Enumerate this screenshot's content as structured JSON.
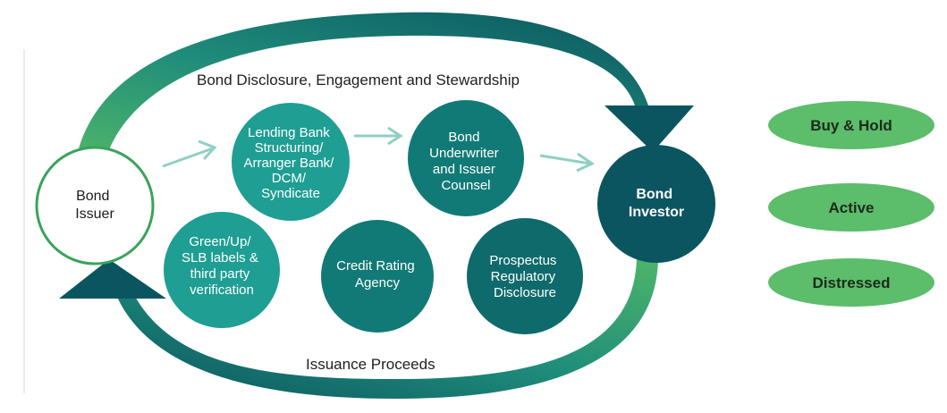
{
  "colors": {
    "teal_light": "#1f9e93",
    "teal_mid": "#127a76",
    "teal_dark": "#0b5560",
    "green": "#4db56a",
    "pill_green": "#5cbd6a",
    "arrow_small": "#8fcfc4",
    "issuer_border": "#3aa35a"
  },
  "top_label": "Bond Disclosure, Engagement and Stewardship",
  "bottom_label": "Issuance Proceeds",
  "nodes": {
    "issuer": {
      "lines": [
        "Bond",
        "Issuer"
      ]
    },
    "lending": {
      "lines": [
        "Lending Bank",
        "Structuring/",
        "Arranger Bank/",
        "DCM/",
        "Syndicate"
      ]
    },
    "underwriter": {
      "lines": [
        "Bond",
        "Underwriter",
        "and Issuer",
        "Counsel"
      ]
    },
    "investor": {
      "lines": [
        "Bond",
        "Investor"
      ]
    },
    "labels": {
      "lines": [
        "Green/Up/",
        "SLB labels &",
        "third party",
        "verification"
      ]
    },
    "rating": {
      "lines": [
        "Credit Rating",
        "Agency"
      ]
    },
    "prospectus": {
      "lines": [
        "Prospectus",
        "Regulatory",
        "Disclosure"
      ]
    }
  },
  "strategies": [
    "Buy & Hold",
    "Active",
    "Distressed"
  ]
}
